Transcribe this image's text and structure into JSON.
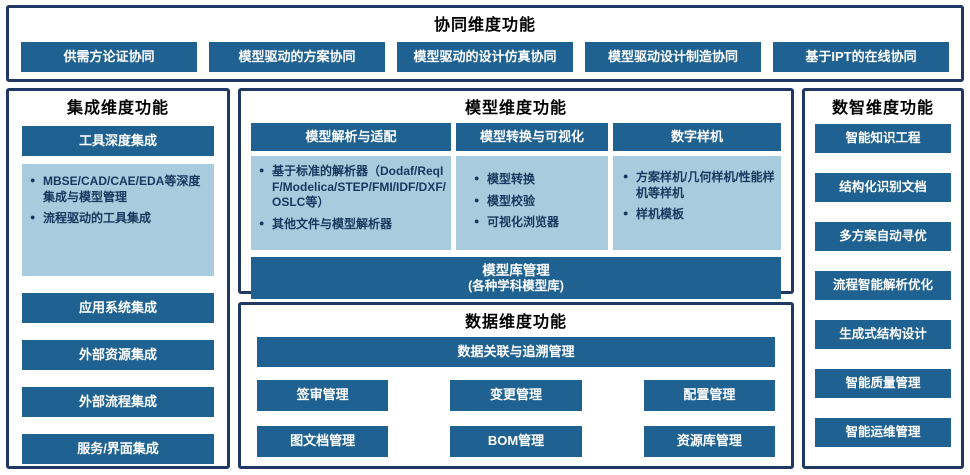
{
  "colors": {
    "panel_border": "#1F3864",
    "button_fill": "#1F6191",
    "light_fill": "#A8CCDD",
    "light_text": "#17375E",
    "button_text": "#FFFFFF"
  },
  "collab": {
    "title": "协同维度功能",
    "items": [
      "供需方论证协同",
      "模型驱动的方案协同",
      "模型驱动的设计仿真协同",
      "模型驱动设计制造协同",
      "基于IPT的在线协同"
    ]
  },
  "integration": {
    "title": "集成维度功能",
    "tool_header": "工具深度集成",
    "tool_bullets": [
      "MBSE/CAD/CAE/EDA等深度集成与模型管理",
      "流程驱动的工具集成"
    ],
    "items": [
      "应用系统集成",
      "外部资源集成",
      "外部流程集成",
      "服务/界面集成"
    ]
  },
  "model": {
    "title": "模型维度功能",
    "columns": [
      {
        "header": "模型解析与适配",
        "bullets": [
          "基于标准的解析器（Dodaf/ReqIF/Modelica/STEP/FMI/IDF/DXF/OSLC等）",
          "其他文件与模型解析器"
        ]
      },
      {
        "header": "模型转换与可视化",
        "bullets": [
          "模型转换",
          "模型校验",
          "可视化浏览器"
        ]
      },
      {
        "header": "数字样机",
        "bullets": [
          "方案样机/几何样机/性能样机等样机",
          "样机模板"
        ]
      }
    ],
    "library_title": "模型库管理",
    "library_sub": "(各种学科模型库)"
  },
  "data_dim": {
    "title": "数据维度功能",
    "trace_bar": "数据关联与追溯管理",
    "grid": [
      "签审管理",
      "变更管理",
      "配置管理",
      "图文档管理",
      "BOM管理",
      "资源库管理"
    ]
  },
  "digital": {
    "title": "数智维度功能",
    "items": [
      "智能知识工程",
      "结构化识别文档",
      "多方案自动寻优",
      "流程智能解析优化",
      "生成式结构设计",
      "智能质量管理",
      "智能运维管理"
    ]
  }
}
